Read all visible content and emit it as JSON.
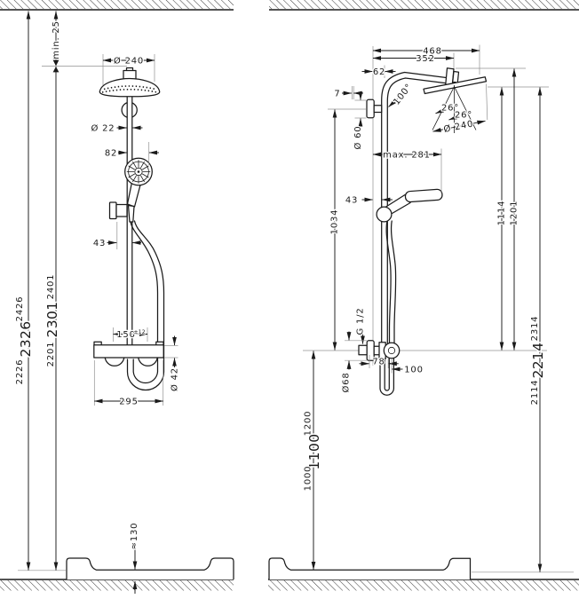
{
  "front_view": {
    "min_ceiling": "min. 25",
    "head_diameter": "Ø 240",
    "pipe_diameter": "Ø 22",
    "hand_shower_offset": "82",
    "slider_offset": "43",
    "connection_width": "150",
    "connection_tolerance": "±12",
    "valve_diameter": "Ø 42",
    "valve_width": "295",
    "tray_height": "≈130",
    "heights_outer": [
      "2226",
      "2326",
      "2426"
    ],
    "heights_inner": [
      "2201",
      "2301",
      "2401"
    ]
  },
  "side_view": {
    "total_projection": "468",
    "head_projection": "352",
    "pipe_offset": "62",
    "bracket_gap": "7",
    "escutcheon_diameter": "Ø 60",
    "arm_angle": "100°",
    "spray_angle_inner": "26°",
    "spray_angle_outer": "26°",
    "head_diameter": "Ø 240",
    "hand_shower_reach": "max. 281",
    "holder_offset": "43",
    "bar_height": "1034",
    "head_bottom_height": "1114",
    "head_top_height": "1201",
    "thread": "G 1/2",
    "flange_diameter": "Ø68",
    "valve_depth": "78",
    "valve_reach": "100",
    "valve_heights": [
      "1000",
      "1100",
      "1200"
    ],
    "overall_heights": [
      "2114",
      "2214",
      "2314"
    ]
  }
}
